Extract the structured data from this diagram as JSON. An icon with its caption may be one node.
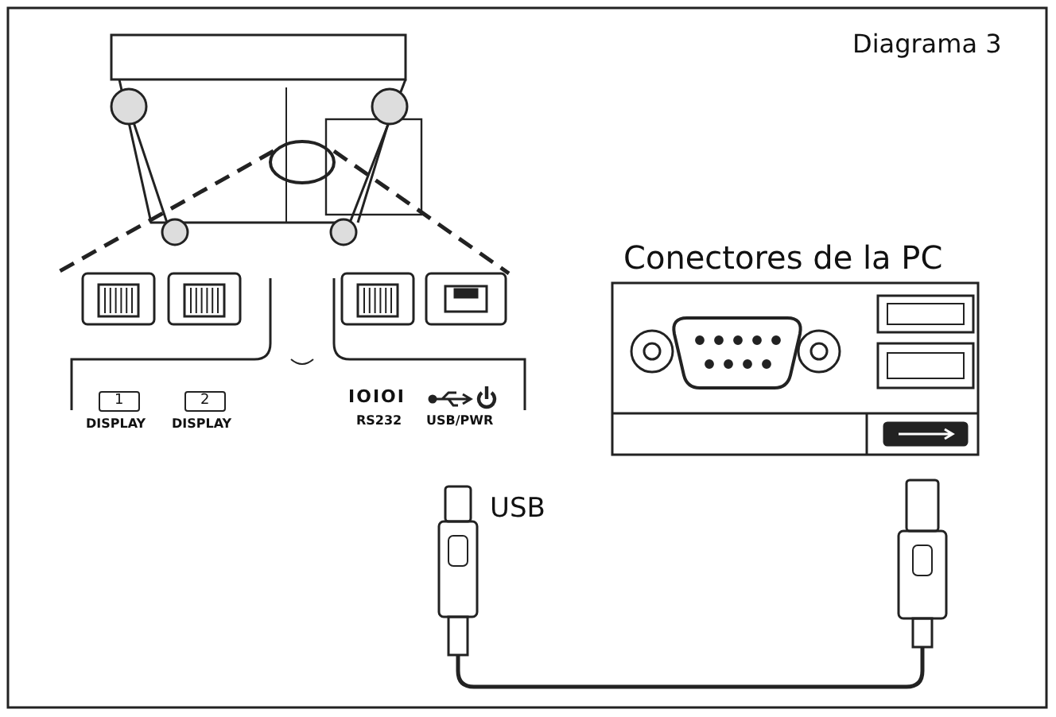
{
  "diagram": {
    "title": "Diagrama 3",
    "nodes": [
      {
        "text": [],
        "shape": "plug"
      },
      {
        "text": [],
        "shape": "plug"
      }
    ],
    "edges": [
      {
        "from": 0,
        "to": 1,
        "arrow": "none"
      }
    ],
    "labels": [
      "Conectores de la PC",
      "1",
      "DISPLAY",
      "2",
      "DISPLAY",
      "IOIOI",
      "RS232",
      "USB/PWR",
      "USB"
    ]
  }
}
